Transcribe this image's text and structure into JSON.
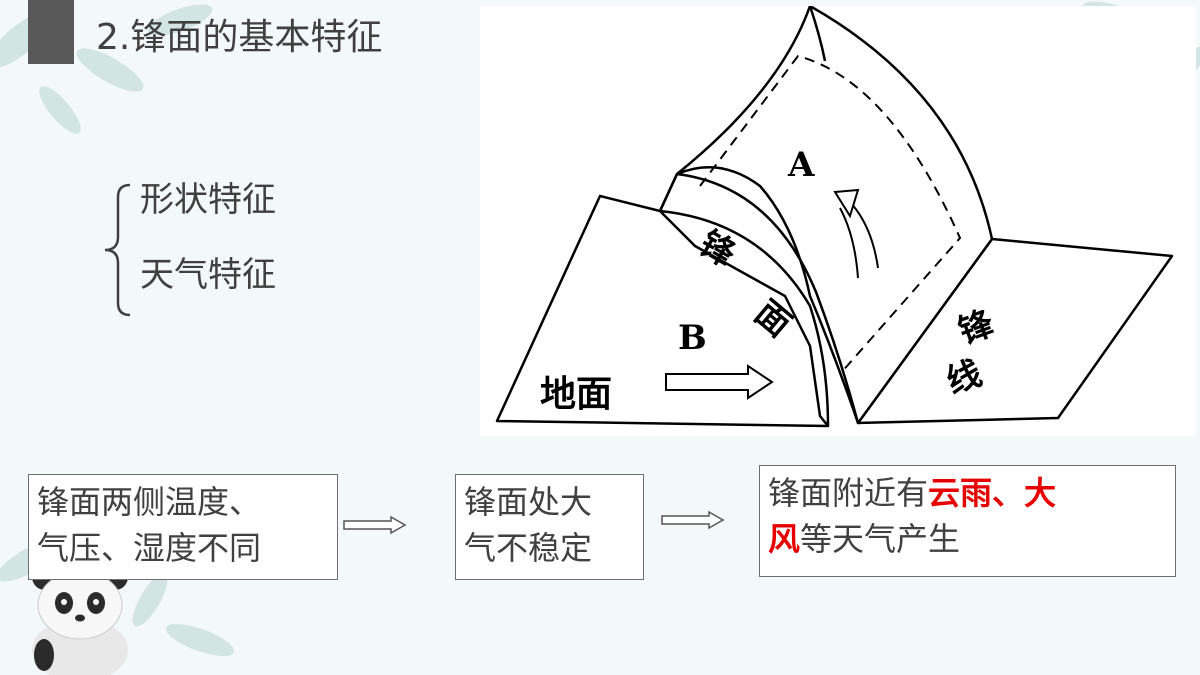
{
  "slide": {
    "title": "2.锋面的基本特征",
    "features": [
      "形状特征",
      "天气特征"
    ]
  },
  "diagram": {
    "label_A": "A",
    "label_B": "B",
    "label_ground": "地面",
    "label_front_surface_1": "锋",
    "label_front_surface_2": "面",
    "label_front_line_1": "锋",
    "label_front_line_2": "线"
  },
  "flow": {
    "box1_line1": "锋面两侧温度、",
    "box1_line2": "气压、湿度不同",
    "box2_line1": "锋面处大",
    "box2_line2": "气不稳定",
    "box3_prefix": "锋面附近有",
    "box3_highlight1": "云雨、大",
    "box3_highlight2": "风",
    "box3_suffix": "等天气产生",
    "highlight_color": "#e60000"
  }
}
